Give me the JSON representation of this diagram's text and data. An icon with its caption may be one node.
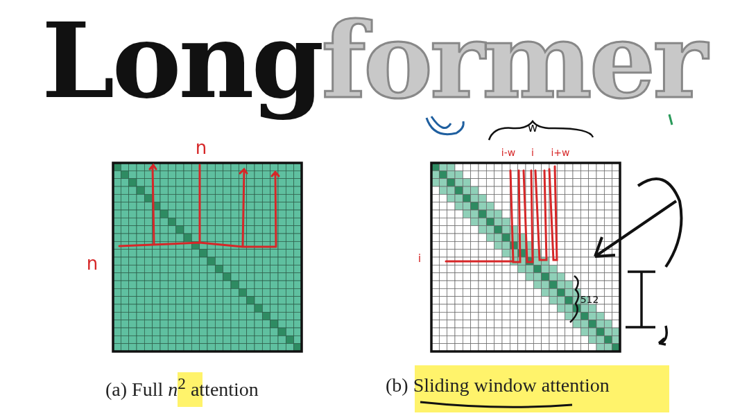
{
  "diagram": {
    "title": "**Long**former",
    "labels": [
      "n",
      "n",
      "w",
      "i-w",
      "i",
      "i+w",
      "i",
      "512",
      "(a) Full *n*$^{2}$ attention",
      "(b) Sliding window attention"
    ]
  }
}
